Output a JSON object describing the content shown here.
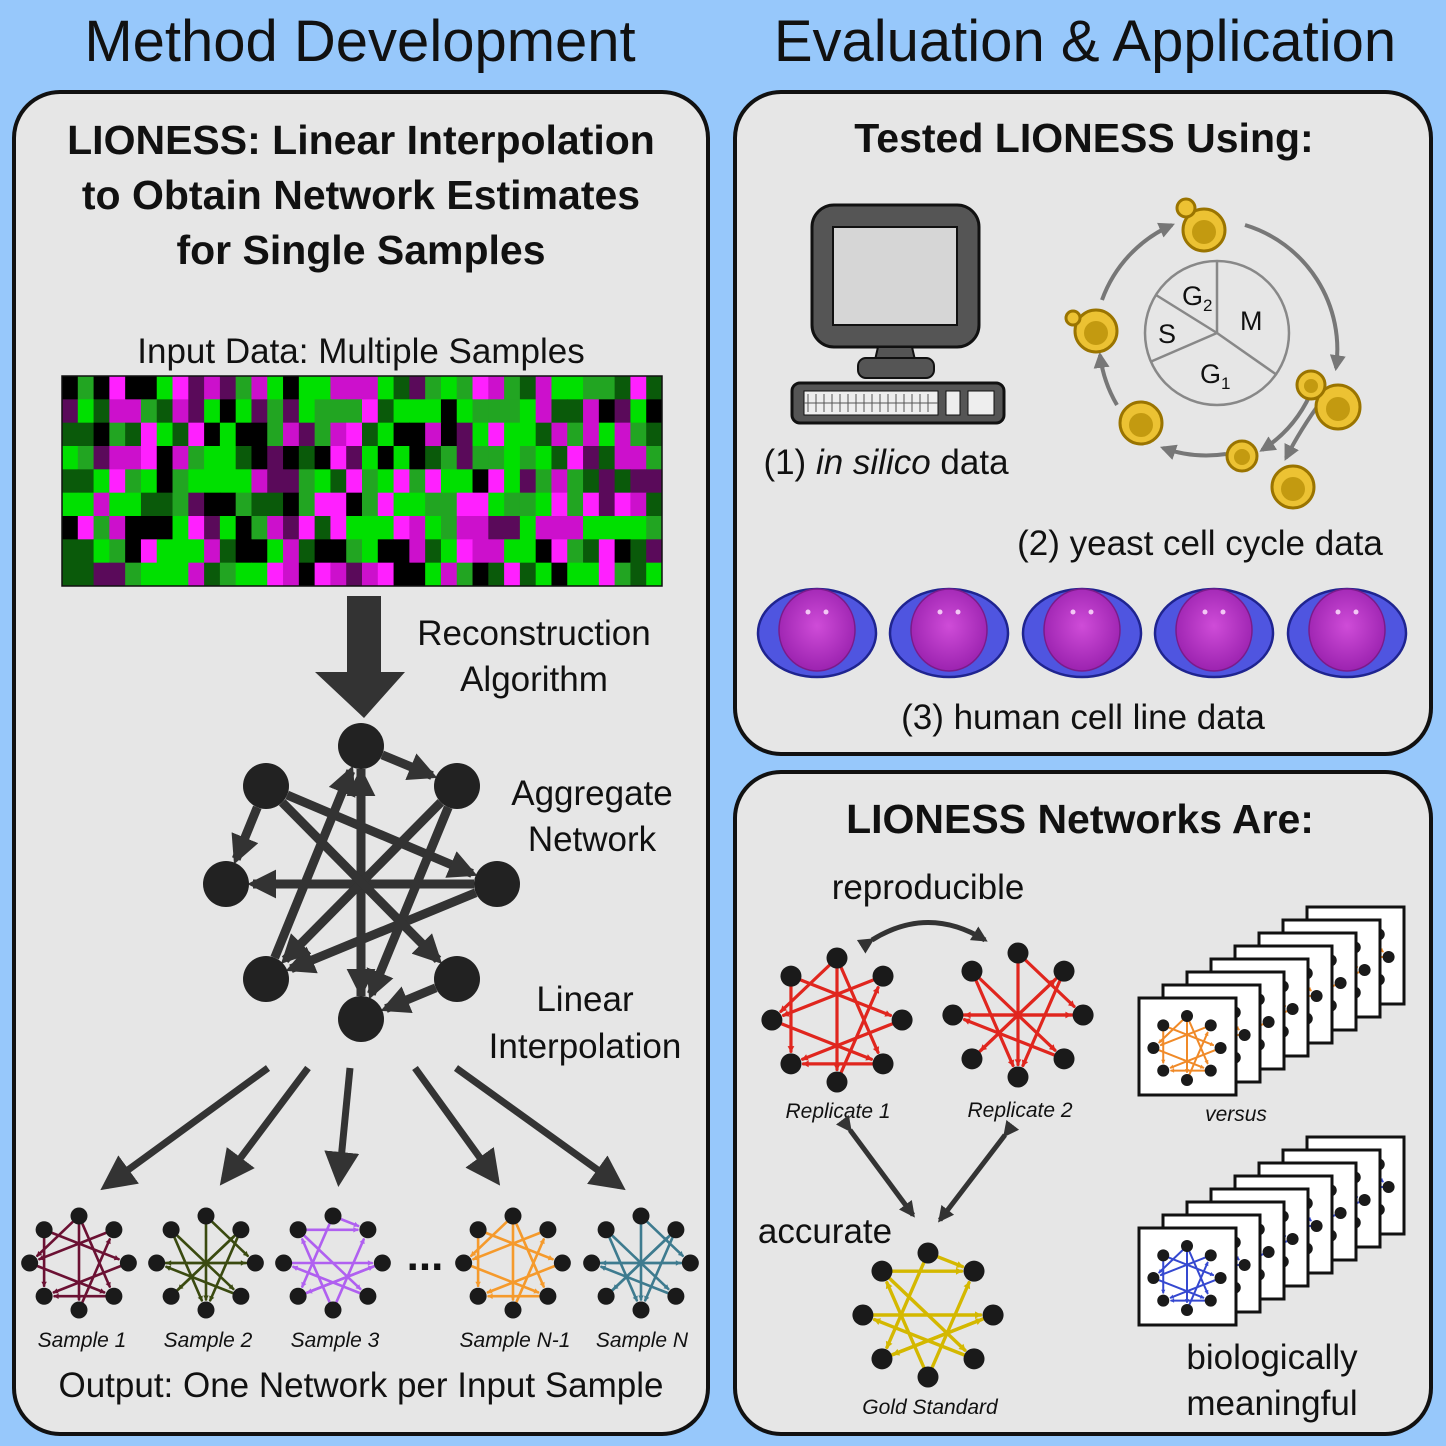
{
  "left": {
    "heading": "Method Development",
    "title_lines": [
      "LIONESS: Linear Interpolation",
      "to Obtain Network Estimates",
      "for Single Samples"
    ],
    "input_label": "Input Data: Multiple Samples",
    "reconstruction": [
      "Reconstruction",
      "Algorithm"
    ],
    "aggregate": [
      "Aggregate",
      "Network"
    ],
    "linear": [
      "Linear",
      "Interpolation"
    ],
    "ellipsis": "...",
    "samples": [
      "Sample 1",
      "Sample 2",
      "Sample 3",
      "Sample N-1",
      "Sample N"
    ],
    "output": "Output: One Network per Input Sample"
  },
  "right": {
    "heading": "Evaluation & Application",
    "tested_title": "Tested LIONESS Using:",
    "insilico_prefix": "(1) ",
    "insilico_italic": "in silico",
    "insilico_suffix": " data",
    "yeast": "(2) yeast cell cycle data",
    "human": "(3) human cell line data",
    "phase_G2": "G",
    "phase_G2_sub": "2",
    "phase_M": "M",
    "phase_S": "S",
    "phase_G1": "G",
    "phase_G1_sub": "1",
    "networks_title": "LIONESS Networks Are:",
    "reproducible": "reproducible",
    "replicate1": "Replicate 1",
    "replicate2": "Replicate 2",
    "accurate": "accurate",
    "gold": "Gold Standard",
    "versus": "versus",
    "bio_lines": [
      "biologically",
      "meaningful"
    ]
  },
  "colors": {
    "background": "#97c8fb",
    "panel": "#e6e6e6",
    "sample_colors": [
      "#6b1133",
      "#3a4a10",
      "#b060f0",
      "#f59a2c",
      "#3e7b8f"
    ],
    "red": "#e0261e",
    "gold": "#d4b800",
    "orange": "#f08a28",
    "blue": "#3548d0",
    "heatmap": [
      "#00e000",
      "#22a522",
      "#0a5a0a",
      "#000000",
      "#5a0a5a",
      "#cc10cc",
      "#ff20ff"
    ]
  }
}
